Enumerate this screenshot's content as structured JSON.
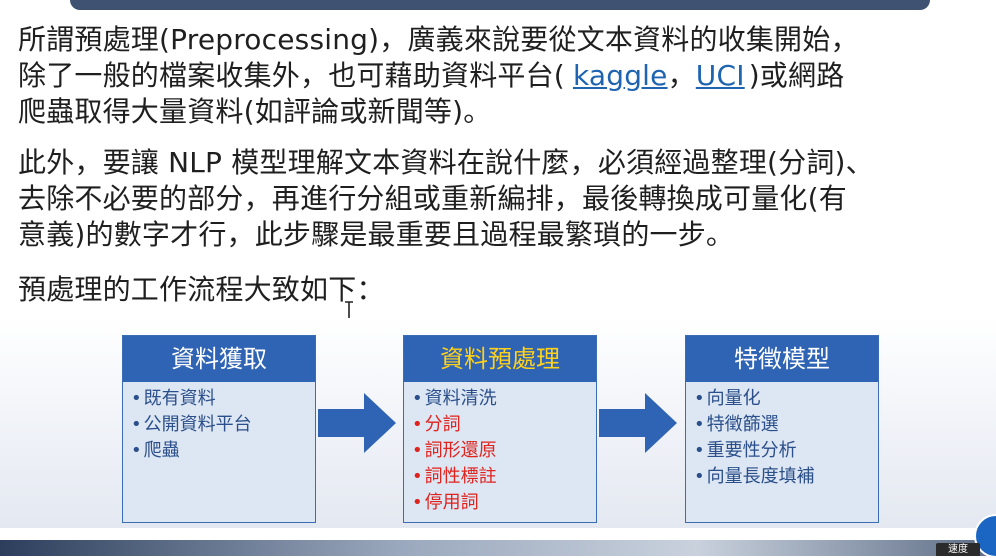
{
  "intro": {
    "text_before_link1": "所謂預處理(Preprocessing)，廣義來說要從文本資料的收集開始，",
    "text_line2_start": "除了一般的檔案收集外，也可藉助資料平台(",
    "link_kaggle": "kaggle",
    "separator": "，",
    "link_uci": "UCI",
    "text_line2_end": ")或網路",
    "text_line3": "爬蟲取得大量資料(如評論或新聞等)。"
  },
  "paragraph2": {
    "line1": "此外，要讓 NLP 模型理解文本資料在說什麼，必須經過整理(分詞)、",
    "line2": "去除不必要的部分，再進行分組或重新編排，最後轉換成可量化(有",
    "line3": "意義)的數字才行，此步驟是最重要且過程最繁瑣的一步。"
  },
  "paragraph3": "預處理的工作流程大致如下：",
  "workflow": {
    "stages": [
      {
        "title": "資料獲取",
        "items": [
          {
            "text": "既有資料"
          },
          {
            "text": "公開資料平台"
          },
          {
            "text": "爬蟲"
          }
        ]
      },
      {
        "title": "資料預處理",
        "items": [
          {
            "text": "資料清洗"
          },
          {
            "text": "分詞"
          },
          {
            "text": "詞形還原"
          },
          {
            "text": "詞性標註"
          },
          {
            "text": "停用詞"
          }
        ]
      },
      {
        "title": "特徵模型",
        "items": [
          {
            "text": "向量化"
          },
          {
            "text": "特徵篩選"
          },
          {
            "text": "重要性分析"
          },
          {
            "text": "向量長度填補"
          }
        ]
      }
    ]
  },
  "player": {
    "speed_label": "速度"
  },
  "colors": {
    "header_bg": "#2f63b4",
    "highlight_title": "#ffd21a",
    "item_text": "#2a4f8a",
    "item_highlight": "#e0231d",
    "link": "#1f64b0"
  }
}
